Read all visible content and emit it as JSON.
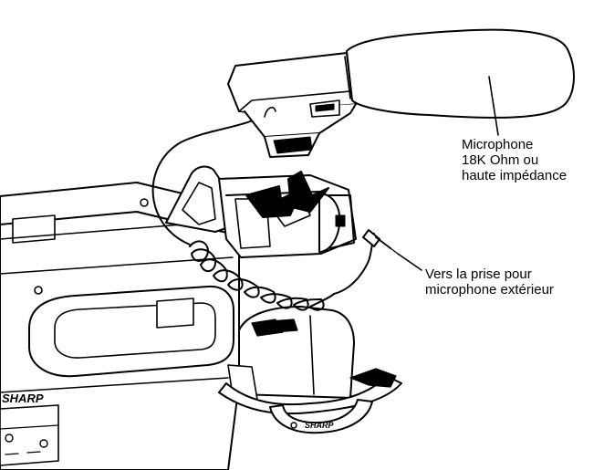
{
  "labels": {
    "microphone": [
      "Microphone",
      "18K Ohm ou",
      "haute impédance"
    ],
    "jack": [
      "Vers la prise pour",
      "microphone extérieur"
    ]
  },
  "brand": {
    "camera": "SHARP",
    "strap": "SHARP"
  },
  "colors": {
    "ink": "#000000",
    "paper": "#ffffff"
  }
}
